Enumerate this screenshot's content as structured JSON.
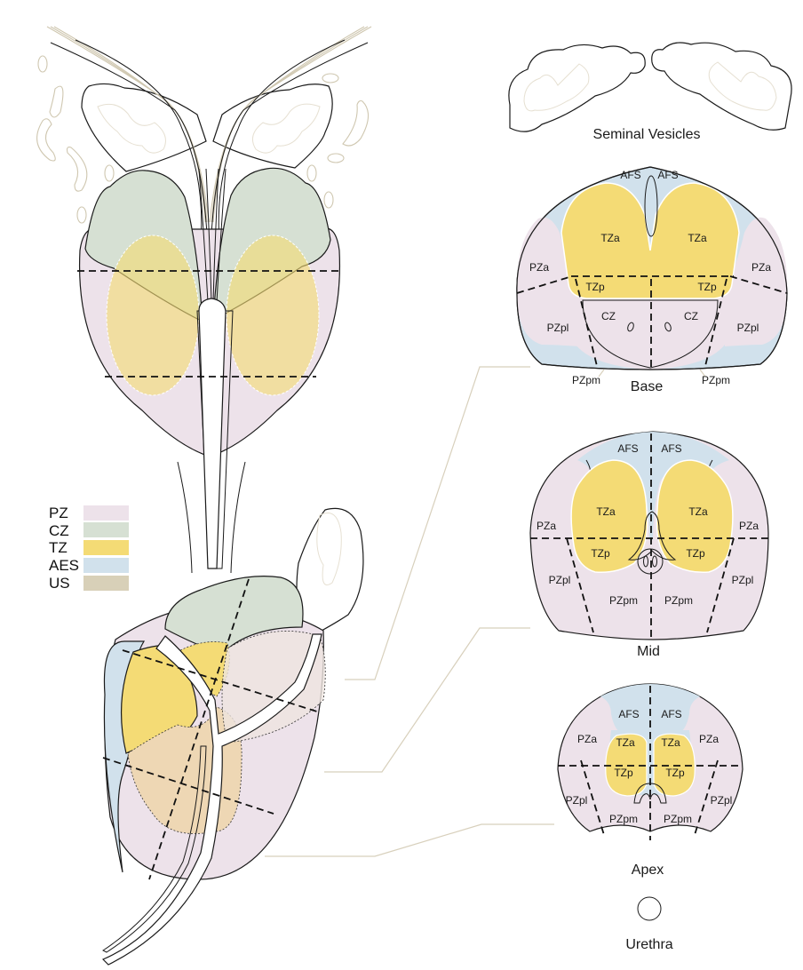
{
  "colors": {
    "PZ": "#ede2ea",
    "CZ": "#d6e0d3",
    "TZ": "#f4db75",
    "AES": "#d1e1ec",
    "US": "#d8d0b8",
    "TZ_overlay": "#e9dc8f",
    "overlap_orange": "#eed7b4",
    "leader_line": "#d8d0bc"
  },
  "legend": {
    "items": [
      {
        "key": "PZ",
        "label": "PZ",
        "color": "#ede2ea"
      },
      {
        "key": "CZ",
        "label": "CZ",
        "color": "#d6e0d3"
      },
      {
        "key": "TZ",
        "label": "TZ",
        "color": "#f4db75"
      },
      {
        "key": "AES",
        "label": "AES",
        "color": "#d1e1ec"
      },
      {
        "key": "US",
        "label": "US",
        "color": "#d8d0b8"
      }
    ]
  },
  "seminal_vesicles": {
    "caption": "Seminal Vesicles"
  },
  "base": {
    "caption": "Base",
    "labels": {
      "afs_left": "AFS",
      "afs_right": "AFS",
      "tza_left": "TZa",
      "tza_right": "TZa",
      "pza_left": "PZa",
      "pza_right": "PZa",
      "tzp_left": "TZp",
      "tzp_right": "TZp",
      "cz_left": "CZ",
      "cz_right": "CZ",
      "pzpl_left": "PZpl",
      "pzpl_right": "PZpl",
      "pzpm_left": "PZpm",
      "pzpm_right": "PZpm"
    }
  },
  "mid": {
    "caption": "Mid",
    "labels": {
      "afs_left": "AFS",
      "afs_right": "AFS",
      "tza_left": "TZa",
      "tza_right": "TZa",
      "pza_left": "PZa",
      "pza_right": "PZa",
      "tzp_left": "TZp",
      "tzp_right": "TZp",
      "pzpl_left": "PZpl",
      "pzpl_right": "PZpl",
      "pzpm_left": "PZpm",
      "pzpm_right": "PZpm"
    }
  },
  "apex": {
    "caption": "Apex",
    "labels": {
      "afs_left": "AFS",
      "afs_right": "AFS",
      "pza_left": "PZa",
      "pza_right": "PZa",
      "tza_left": "TZa",
      "tza_right": "TZa",
      "tzp_left": "TZp",
      "tzp_right": "TZp",
      "pzpl_left": "PZpl",
      "pzpl_right": "PZpl",
      "pzpm_left": "PZpm",
      "pzpm_right": "PZpm"
    }
  },
  "urethra": {
    "caption": "Urethra"
  }
}
